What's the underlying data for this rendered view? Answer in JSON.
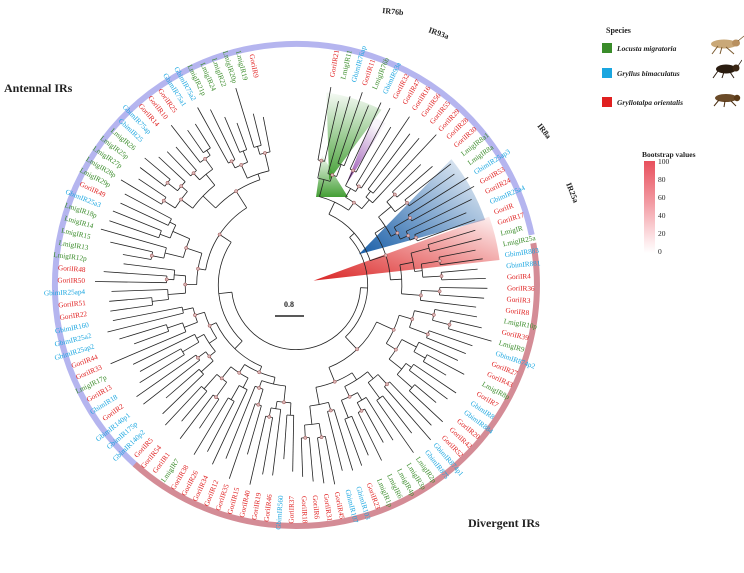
{
  "colors": {
    "locusta": "#3a8c2a",
    "gryllus": "#1aa6e0",
    "gryllotalpa": "#e02020",
    "ring_antennal": "#b5b5ef",
    "ring_divergent": "#d48c96"
  },
  "groups": {
    "antennal": "Antennal IRs",
    "divergent": "Divergent IRs"
  },
  "clades": [
    "IR76b",
    "IR93a",
    "IR8a",
    "IR25a"
  ],
  "scale_label": "0.8",
  "legend": {
    "title": "Species",
    "species": [
      {
        "name": "Locusta migratoria",
        "color": "#3a8c2a",
        "icon": "locust-icon"
      },
      {
        "name": "Gryllus bimaculatus",
        "color": "#1aa6e0",
        "icon": "cricket-icon"
      },
      {
        "name": "Gryllotalpa orientalis",
        "color": "#e02020",
        "icon": "mole-cricket-icon"
      }
    ],
    "bootstrap_title": "Bootstrap values",
    "bootstrap_ticks": [
      "100",
      "80",
      "60",
      "40",
      "20",
      "0"
    ]
  },
  "tips": [
    {
      "label": "GoriIR21",
      "sp": "O"
    },
    {
      "label": "LmigIR11",
      "sp": "L"
    },
    {
      "label": "GbimIR76ap",
      "sp": "G"
    },
    {
      "label": "GoriIR11",
      "sp": "O"
    },
    {
      "label": "LmigIR76b",
      "sp": "L"
    },
    {
      "label": "GbimIR93a",
      "sp": "G"
    },
    {
      "label": "GoriIR32",
      "sp": "O"
    },
    {
      "label": "GoriIR47",
      "sp": "O"
    },
    {
      "label": "GoriIR16",
      "sp": "O"
    },
    {
      "label": "GoriIR56",
      "sp": "O"
    },
    {
      "label": "GoriIR55",
      "sp": "O"
    },
    {
      "label": "GoriIR29",
      "sp": "O"
    },
    {
      "label": "GoriIR28",
      "sp": "O"
    },
    {
      "label": "GoriIR30",
      "sp": "O"
    },
    {
      "label": "LmigIR8a1",
      "sp": "L"
    },
    {
      "label": "LmigIR8a",
      "sp": "L"
    },
    {
      "label": "GbimIR25ap3",
      "sp": "G"
    },
    {
      "label": "GoriIR53",
      "sp": "O"
    },
    {
      "label": "GoriIR24",
      "sp": "O"
    },
    {
      "label": "GbimIR25a4",
      "sp": "G"
    },
    {
      "label": "GoriIR",
      "sp": "O"
    },
    {
      "label": "GoriIR17",
      "sp": "O"
    },
    {
      "label": "LmigIR",
      "sp": "L"
    },
    {
      "label": "LmigIR25a",
      "sp": "L"
    },
    {
      "label": "GbimIR883",
      "sp": "G"
    },
    {
      "label": "GbimIR881",
      "sp": "G"
    },
    {
      "label": "GoriIR4",
      "sp": "O"
    },
    {
      "label": "GoriIR36",
      "sp": "O"
    },
    {
      "label": "GoriIR3",
      "sp": "O"
    },
    {
      "label": "GoriIR8",
      "sp": "O"
    },
    {
      "label": "LmigIR10p",
      "sp": "L"
    },
    {
      "label": "GoriIR39",
      "sp": "O"
    },
    {
      "label": "LmigIR9",
      "sp": "L"
    },
    {
      "label": "GbimIR874p2",
      "sp": "G"
    },
    {
      "label": "GoriIR27",
      "sp": "O"
    },
    {
      "label": "GoriIR43",
      "sp": "O"
    },
    {
      "label": "LmigIR8p",
      "sp": "L"
    },
    {
      "label": "GoriIR7",
      "sp": "O"
    },
    {
      "label": "GbimIR8",
      "sp": "G"
    },
    {
      "label": "GbimIR884",
      "sp": "G"
    },
    {
      "label": "GoriIR20",
      "sp": "O"
    },
    {
      "label": "GoriIR42",
      "sp": "O"
    },
    {
      "label": "GoriIR52",
      "sp": "O"
    },
    {
      "label": "GbimIR874p1",
      "sp": "G"
    },
    {
      "label": "GbimIR875",
      "sp": "G"
    },
    {
      "label": "LmigIR2p",
      "sp": "L"
    },
    {
      "label": "LmigIR3p",
      "sp": "L"
    },
    {
      "label": "LmigIR4p",
      "sp": "L"
    },
    {
      "label": "LmigIR6",
      "sp": "L"
    },
    {
      "label": "LmigIR1p",
      "sp": "L"
    },
    {
      "label": "GoriIR23",
      "sp": "O"
    },
    {
      "label": "GbimIR103",
      "sp": "G"
    },
    {
      "label": "GbimIR107",
      "sp": "G"
    },
    {
      "label": "GoriIR45",
      "sp": "O"
    },
    {
      "label": "GoriIR31",
      "sp": "O"
    },
    {
      "label": "GoriIR6",
      "sp": "O"
    },
    {
      "label": "GoriIR18",
      "sp": "O"
    },
    {
      "label": "GoriIR37",
      "sp": "O"
    },
    {
      "label": "GbimIR560",
      "sp": "G"
    },
    {
      "label": "GoriIR46",
      "sp": "O"
    },
    {
      "label": "GoriIR19",
      "sp": "O"
    },
    {
      "label": "GoriIR40",
      "sp": "O"
    },
    {
      "label": "GoriIR15",
      "sp": "O"
    },
    {
      "label": "GoriIR35",
      "sp": "O"
    },
    {
      "label": "GoriIR12",
      "sp": "O"
    },
    {
      "label": "GoriIR34",
      "sp": "O"
    },
    {
      "label": "GoriIR26",
      "sp": "O"
    },
    {
      "label": "GoriIR38",
      "sp": "O"
    },
    {
      "label": "LmigIR7",
      "sp": "L"
    },
    {
      "label": "GoriIR1",
      "sp": "O"
    },
    {
      "label": "GoriIR54",
      "sp": "O"
    },
    {
      "label": "GoriIR5",
      "sp": "O"
    },
    {
      "label": "GbimIR140p2",
      "sp": "G"
    },
    {
      "label": "GbimIR175p",
      "sp": "G"
    },
    {
      "label": "GbimIR140p1",
      "sp": "G"
    },
    {
      "label": "GoriIR2",
      "sp": "O"
    },
    {
      "label": "GbimIR18",
      "sp": "G"
    },
    {
      "label": "GoriIR13",
      "sp": "O"
    },
    {
      "label": "LmigIR17p",
      "sp": "L"
    },
    {
      "label": "GoriIR33",
      "sp": "O"
    },
    {
      "label": "GoriIR44",
      "sp": "O"
    },
    {
      "label": "GbimIR25ap2",
      "sp": "G"
    },
    {
      "label": "GbimIR25a2",
      "sp": "G"
    },
    {
      "label": "GbimIR160",
      "sp": "G"
    },
    {
      "label": "GoriIR22",
      "sp": "O"
    },
    {
      "label": "GoriIR51",
      "sp": "O"
    },
    {
      "label": "GbimIR25ap4",
      "sp": "G"
    },
    {
      "label": "GoriIR50",
      "sp": "O"
    },
    {
      "label": "GoriIR48",
      "sp": "O"
    },
    {
      "label": "LmigIR12p",
      "sp": "L"
    },
    {
      "label": "LmigIR13",
      "sp": "L"
    },
    {
      "label": "LmigIR15",
      "sp": "L"
    },
    {
      "label": "LmigIR14",
      "sp": "L"
    },
    {
      "label": "LmigIR18p",
      "sp": "L"
    },
    {
      "label": "GbimIR25a3",
      "sp": "G"
    },
    {
      "label": "GoriIR49",
      "sp": "O"
    },
    {
      "label": "LmigIR29p",
      "sp": "L"
    },
    {
      "label": "LmigIR28p",
      "sp": "L"
    },
    {
      "label": "LmigIR27p",
      "sp": "L"
    },
    {
      "label": "LmigIR25p",
      "sp": "L"
    },
    {
      "label": "LmigIR26",
      "sp": "L"
    },
    {
      "label": "GbimIR25",
      "sp": "G"
    },
    {
      "label": "GbimIR75ap",
      "sp": "G"
    },
    {
      "label": "GoriIR14",
      "sp": "O"
    },
    {
      "label": "GoriIR10",
      "sp": "O"
    },
    {
      "label": "GoriIR25",
      "sp": "O"
    },
    {
      "label": "GbimIR75a1",
      "sp": "G"
    },
    {
      "label": "GbimIR75a2",
      "sp": "G"
    },
    {
      "label": "LmigIR21p",
      "sp": "L"
    },
    {
      "label": "LmigIR24",
      "sp": "L"
    },
    {
      "label": "LmigIR22",
      "sp": "L"
    },
    {
      "label": "LmigIR20p",
      "sp": "L"
    },
    {
      "label": "LmigIR19",
      "sp": "L"
    },
    {
      "label": "GoriIR9",
      "sp": "O"
    }
  ]
}
